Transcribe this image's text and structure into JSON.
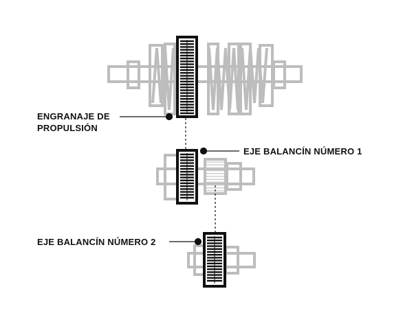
{
  "labels": {
    "drive_gear": [
      "ENGRANAJE DE",
      "PROPULSIÓN"
    ],
    "balance_shaft_1": "EJE BALANCÍN NÚMERO 1",
    "balance_shaft_2": "EJE BALANCÍN NÚMERO 2"
  },
  "colors": {
    "gear": "#111111",
    "shaft_outline": "#bdbdbd",
    "connector": "#111111",
    "background": "#ffffff"
  }
}
